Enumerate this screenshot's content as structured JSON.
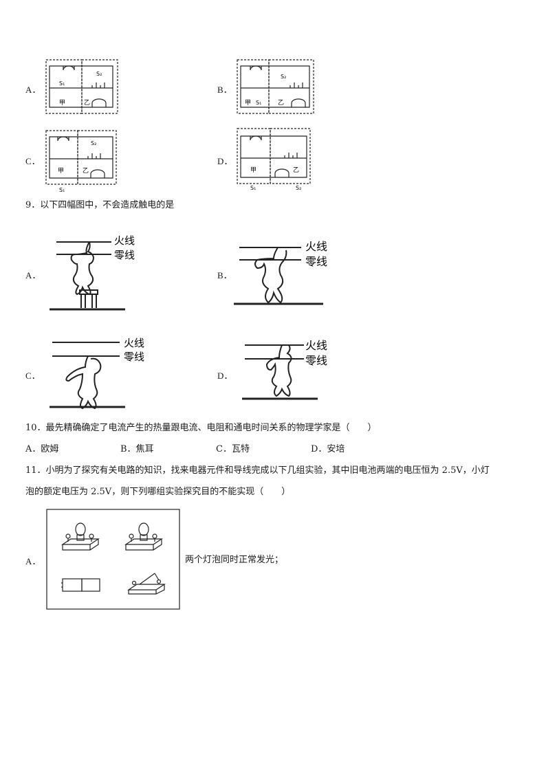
{
  "q8": {
    "options": [
      {
        "label": "A．",
        "s1": "S₁",
        "s2": "S₂",
        "jia": "甲",
        "yi": "乙"
      },
      {
        "label": "B．",
        "s1": "S₁",
        "s2": "S₂",
        "jia": "甲",
        "yi": "乙"
      },
      {
        "label": "C．",
        "s1": "S₁",
        "s2": "S₂",
        "jia": "甲",
        "yi": "乙"
      },
      {
        "label": "D．",
        "s1": "S₁",
        "s2": "S₂",
        "jia": "甲",
        "yi": "乙"
      }
    ]
  },
  "q9": {
    "stem": "9．以下四幅图中，不会造成触电的是",
    "fire_wire": "火线",
    "neutral_wire": "零线",
    "options": [
      "A．",
      "B．",
      "C．",
      "D．"
    ]
  },
  "q10": {
    "stem": "10．最先精确确定了电流产生的热量跟电流、电阻和通电时间关系的物理学家是（　　）",
    "choices": [
      "A．欧姆",
      "B．焦耳",
      "C．瓦特",
      "D．安培"
    ]
  },
  "q11": {
    "stem_line1": "11．小明为了探究有关电路的知识，找来电器元件和导线完成以下几组实验，其中旧电池两端的电压恒为 2.5V，小灯",
    "stem_line2": "泡的额定电压为 2.5V，则下列哪组实验探究目的不能实现（　　）",
    "option_label": "A．",
    "option_text": "两个灯泡同时正常发光；"
  }
}
